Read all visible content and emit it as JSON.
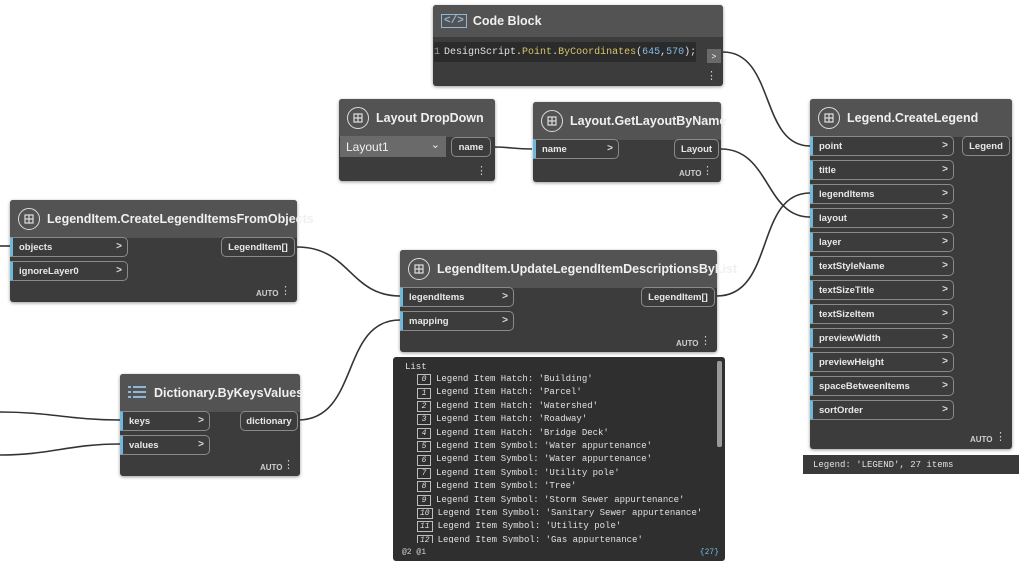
{
  "nodes": {
    "code_block": {
      "title": "Code Block",
      "line_number": "1",
      "code": {
        "ns": "DesignScript",
        "dot1": ".",
        "cls": "Point",
        "dot2": ".",
        "fn": "ByCoordinates",
        "open": "(",
        "a": "645",
        "comma": ",",
        "b": "570",
        "close": ");"
      },
      "output_arrow": ">"
    },
    "layout_dropdown": {
      "title": "Layout DropDown",
      "selected": "Layout1",
      "output": "name"
    },
    "get_layout": {
      "title": "Layout.GetLayoutByName",
      "input": "name",
      "output": "Layout",
      "lacing": "AUTO"
    },
    "create_items": {
      "title": "LegendItem.CreateLegendItemsFromObjects",
      "inputs": [
        "objects",
        "ignoreLayer0"
      ],
      "output": "LegendItem[]",
      "lacing": "AUTO"
    },
    "update_items": {
      "title": "LegendItem.UpdateLegendItemDescriptionsByList",
      "inputs": [
        "legendItems",
        "mapping"
      ],
      "output": "LegendItem[]",
      "lacing": "AUTO"
    },
    "dictionary": {
      "title": "Dictionary.ByKeysValues",
      "inputs": [
        "keys",
        "values"
      ],
      "output": "dictionary",
      "lacing": "AUTO"
    },
    "create_legend": {
      "title": "Legend.CreateLegend",
      "inputs": [
        "point",
        "title",
        "legendItems",
        "layout",
        "layer",
        "textStyleName",
        "textSizeTitle",
        "textSizeItem",
        "previewWidth",
        "previewHeight",
        "spaceBetweenItems",
        "sortOrder"
      ],
      "output": "Legend",
      "lacing": "AUTO",
      "preview": "Legend: 'LEGEND', 27 items"
    }
  },
  "watch": {
    "header": "List",
    "items": [
      {
        "index": "0",
        "text": "Legend Item Hatch: 'Building'"
      },
      {
        "index": "1",
        "text": "Legend Item Hatch: 'Parcel'"
      },
      {
        "index": "2",
        "text": "Legend Item Hatch: 'Watershed'"
      },
      {
        "index": "3",
        "text": "Legend Item Hatch: 'Roadway'"
      },
      {
        "index": "4",
        "text": "Legend Item Hatch: 'Bridge Deck'"
      },
      {
        "index": "5",
        "text": "Legend Item Symbol: 'Water appurtenance'"
      },
      {
        "index": "6",
        "text": "Legend Item Symbol: 'Water appurtenance'"
      },
      {
        "index": "7",
        "text": "Legend Item Symbol: 'Utility pole'"
      },
      {
        "index": "8",
        "text": "Legend Item Symbol: 'Tree'"
      },
      {
        "index": "9",
        "text": "Legend Item Symbol: 'Storm Sewer appurtenance'"
      },
      {
        "index": "10",
        "text": "Legend Item Symbol: 'Sanitary Sewer appurtenance'"
      },
      {
        "index": "11",
        "text": "Legend Item Symbol: 'Utility pole'"
      },
      {
        "index": "12",
        "text": "Legend Item Symbol: 'Gas appurtenance'"
      }
    ],
    "footer_levels": "@2 @1",
    "count": "{27}"
  },
  "colors": {
    "canvas": "#ffffff",
    "node_body": "#3c3c3c",
    "node_header": "#535353",
    "port_accent": "#6fb8d9",
    "wire": "#333333",
    "code_ns": "#e0e0e0",
    "code_cls": "#d7c56a",
    "code_fn": "#d7c56a",
    "code_num": "#7fbfe8"
  },
  "icons": {
    "node": "dynamo-node-icon",
    "code": "code-block-icon",
    "dictionary": "dictionary-list-icon",
    "menu": "menu-dots-icon"
  }
}
